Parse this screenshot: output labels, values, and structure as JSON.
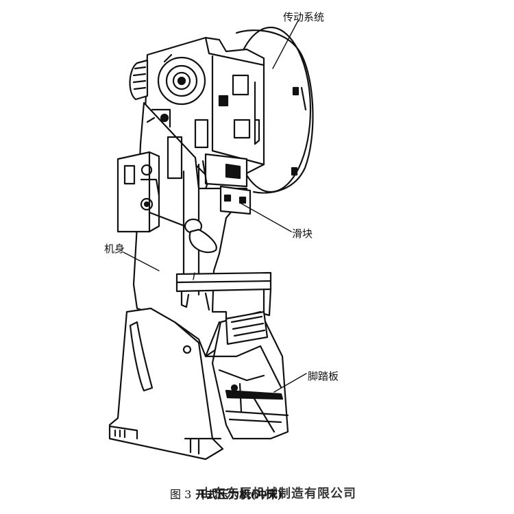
{
  "labels": {
    "transmission": "传动系统",
    "slider": "滑块",
    "frame": "机身",
    "pedal": "脚踏板"
  },
  "caption": {
    "figure_number": "图 3",
    "title": "开式压力机(冲床)"
  },
  "watermark": "山东东辰机械制造有限公司",
  "colors": {
    "ink": "#111111",
    "background": "#ffffff"
  }
}
